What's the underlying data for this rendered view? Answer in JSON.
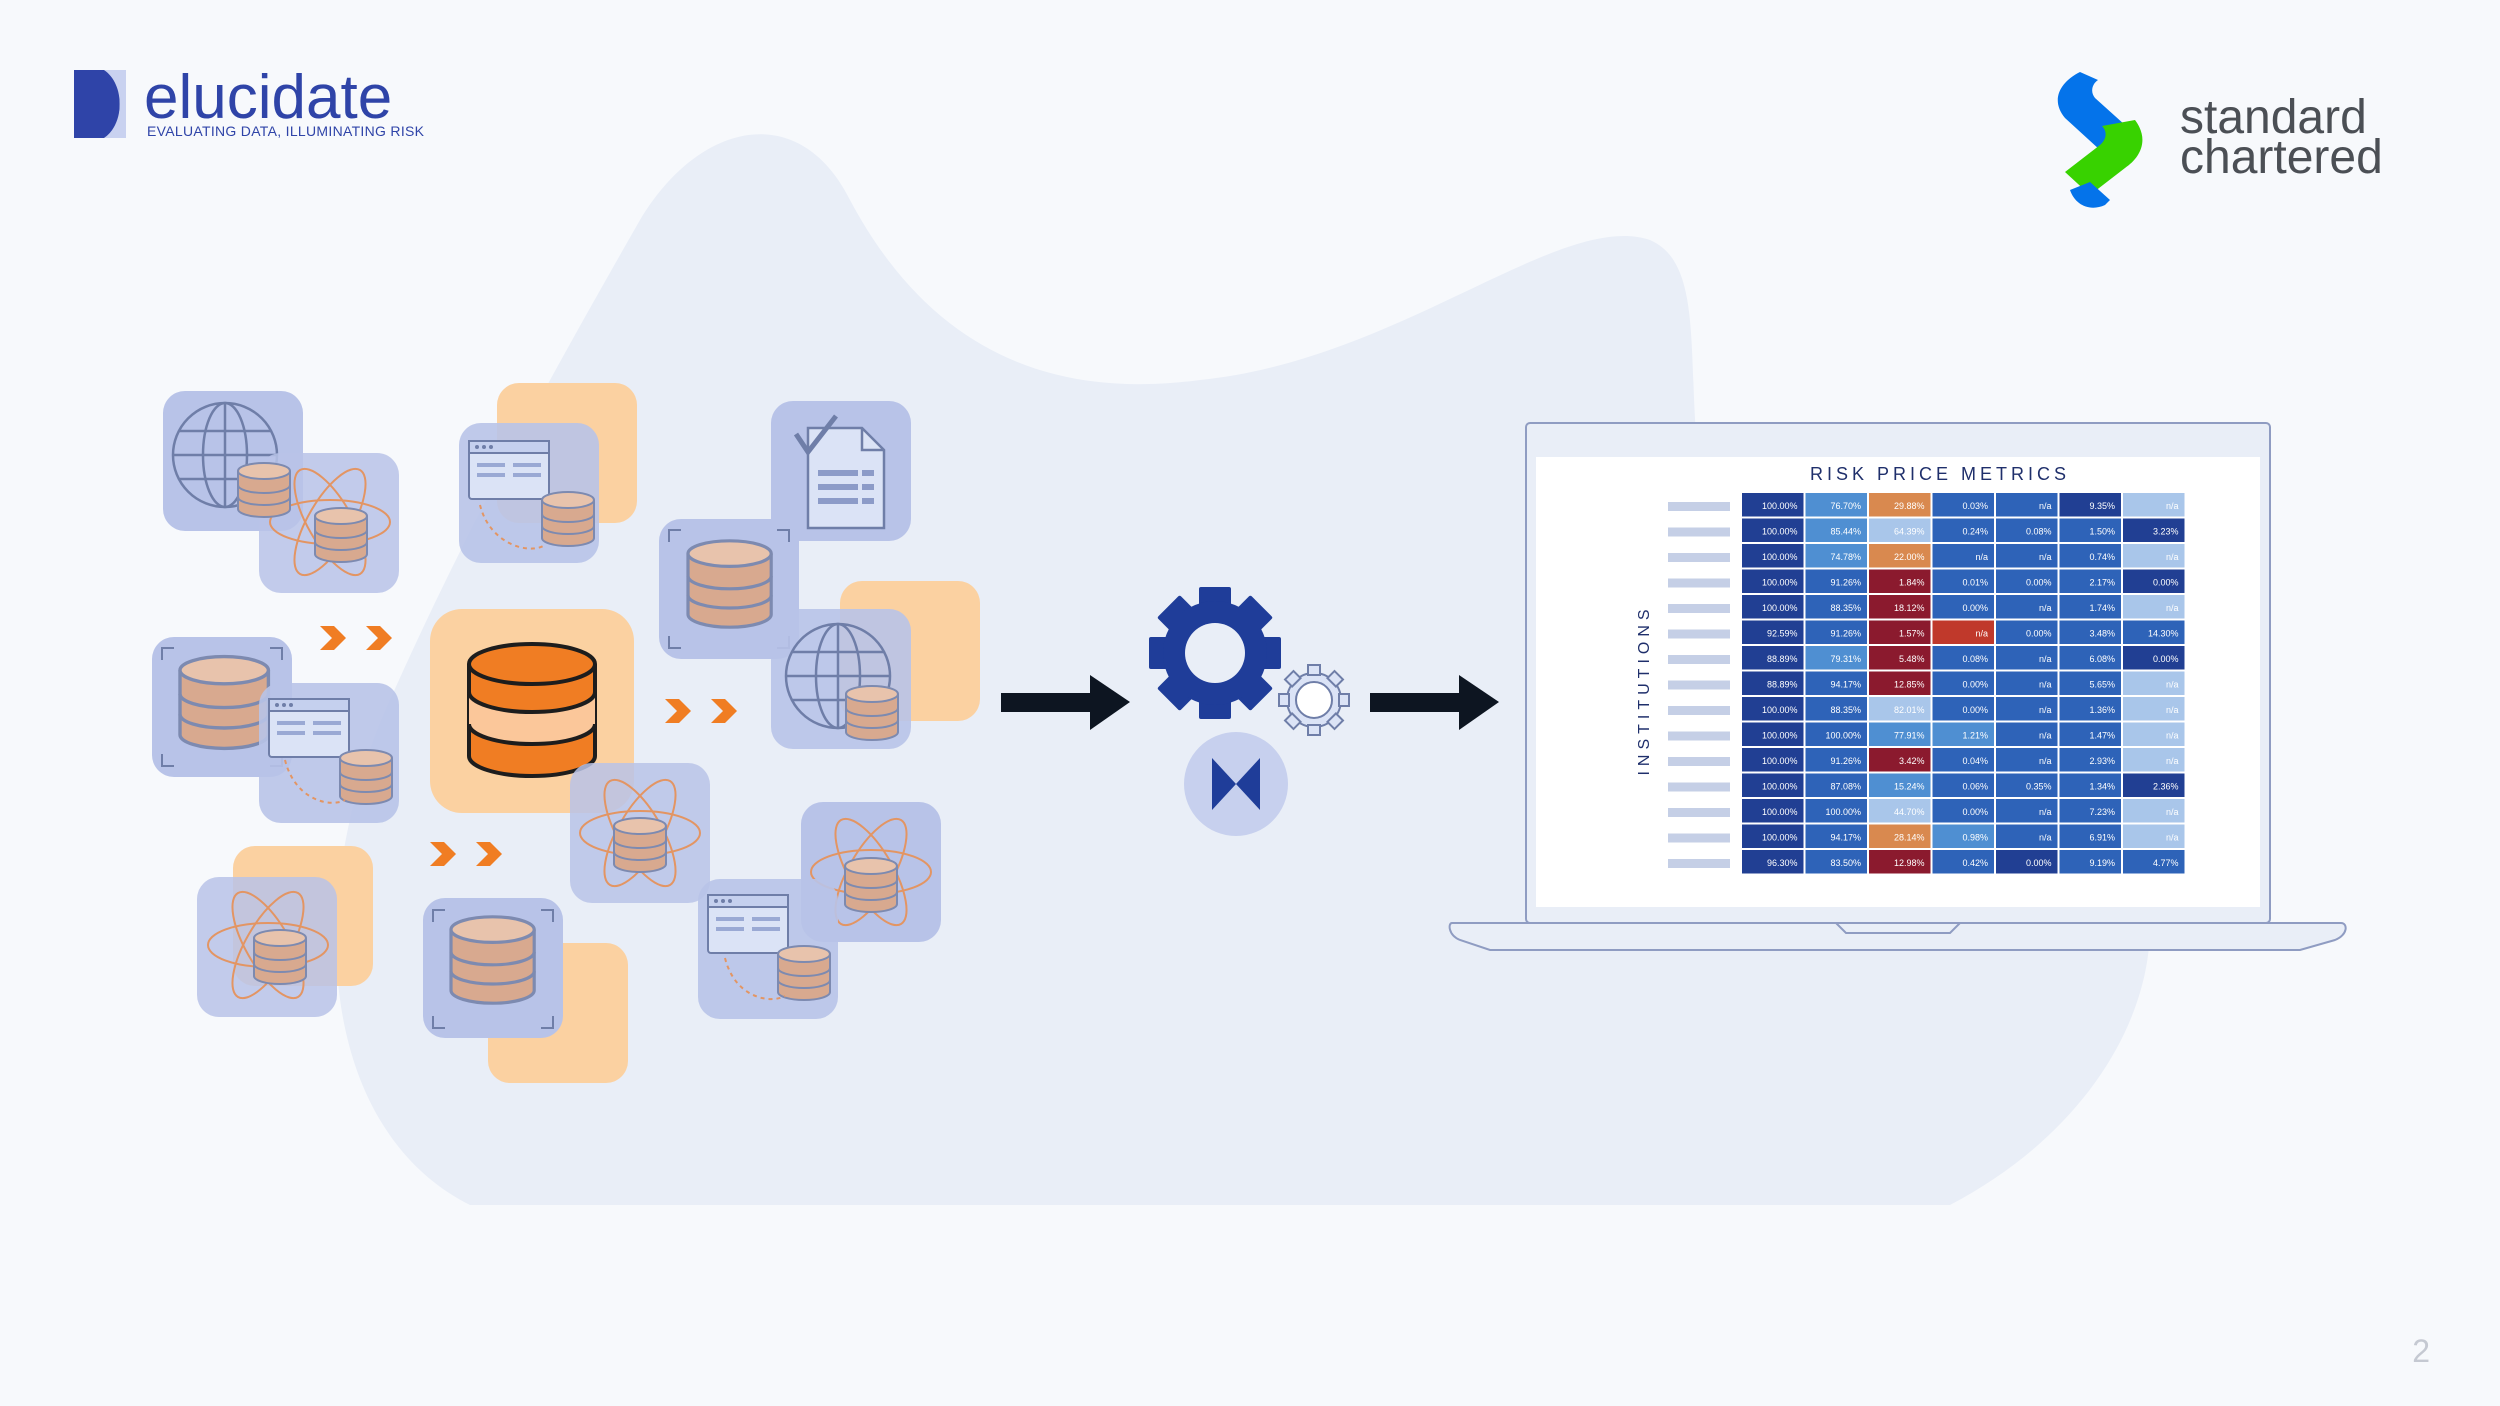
{
  "logo_left": {
    "name": "elucidate",
    "tagline": "EVALUATING DATA, ILLUMINATING RISK"
  },
  "logo_right": {
    "line1": "standard",
    "line2": "chartered"
  },
  "dashboard": {
    "title": "RISK PRICE METRICS",
    "side_label": "INSTITUTIONS",
    "grid_colors": {
      "navy": "#213f93",
      "blue": "#2e63b8",
      "mid": "#4f8fd2",
      "light": "#a9c6ea",
      "orange": "#d9894f",
      "red": "#c0392b",
      "maroon": "#8b1a2e"
    }
  },
  "chart_data": {
    "type": "heatmap",
    "title": "RISK PRICE METRICS",
    "ylabel": "INSTITUTIONS",
    "rows": [
      [
        "100.00%",
        "76.70%",
        "29.88%",
        "0.03%",
        "n/a",
        "9.35%",
        "n/a"
      ],
      [
        "100.00%",
        "85.44%",
        "64.39%",
        "0.24%",
        "0.08%",
        "1.50%",
        "3.23%"
      ],
      [
        "100.00%",
        "74.78%",
        "22.00%",
        "n/a",
        "n/a",
        "0.74%",
        "n/a"
      ],
      [
        "100.00%",
        "91.26%",
        "1.84%",
        "0.01%",
        "0.00%",
        "2.17%",
        "0.00%"
      ],
      [
        "100.00%",
        "88.35%",
        "18.12%",
        "0.00%",
        "n/a",
        "1.74%",
        "n/a"
      ],
      [
        "92.59%",
        "91.26%",
        "1.57%",
        "n/a",
        "0.00%",
        "3.48%",
        "14.30%"
      ],
      [
        "88.89%",
        "79.31%",
        "5.48%",
        "0.08%",
        "n/a",
        "6.08%",
        "0.00%"
      ],
      [
        "88.89%",
        "94.17%",
        "12.85%",
        "0.00%",
        "n/a",
        "5.65%",
        "n/a"
      ],
      [
        "100.00%",
        "88.35%",
        "82.01%",
        "0.00%",
        "n/a",
        "1.36%",
        "n/a"
      ],
      [
        "100.00%",
        "100.00%",
        "77.91%",
        "1.21%",
        "n/a",
        "1.47%",
        "n/a"
      ],
      [
        "100.00%",
        "91.26%",
        "3.42%",
        "0.04%",
        "n/a",
        "2.93%",
        "n/a"
      ],
      [
        "100.00%",
        "87.08%",
        "15.24%",
        "0.06%",
        "0.35%",
        "1.34%",
        "2.36%"
      ],
      [
        "100.00%",
        "100.00%",
        "44.70%",
        "0.00%",
        "n/a",
        "7.23%",
        "n/a"
      ],
      [
        "100.00%",
        "94.17%",
        "28.14%",
        "0.98%",
        "n/a",
        "6.91%",
        "n/a"
      ],
      [
        "96.30%",
        "83.50%",
        "12.98%",
        "0.42%",
        "0.00%",
        "9.19%",
        "4.77%"
      ]
    ],
    "cell_colors": [
      [
        "navy",
        "mid",
        "orange",
        "blue",
        "blue",
        "navy",
        "light"
      ],
      [
        "navy",
        "mid",
        "light",
        "blue",
        "blue",
        "blue",
        "navy"
      ],
      [
        "navy",
        "mid",
        "orange",
        "blue",
        "blue",
        "blue",
        "light"
      ],
      [
        "navy",
        "blue",
        "maroon",
        "blue",
        "blue",
        "blue",
        "navy"
      ],
      [
        "navy",
        "blue",
        "maroon",
        "blue",
        "blue",
        "blue",
        "light"
      ],
      [
        "navy",
        "blue",
        "maroon",
        "red",
        "blue",
        "blue",
        "blue"
      ],
      [
        "navy",
        "mid",
        "maroon",
        "blue",
        "blue",
        "blue",
        "navy"
      ],
      [
        "navy",
        "blue",
        "maroon",
        "blue",
        "blue",
        "blue",
        "light"
      ],
      [
        "navy",
        "blue",
        "light",
        "blue",
        "blue",
        "blue",
        "light"
      ],
      [
        "navy",
        "blue",
        "mid",
        "mid",
        "blue",
        "blue",
        "light"
      ],
      [
        "navy",
        "blue",
        "maroon",
        "blue",
        "blue",
        "blue",
        "light"
      ],
      [
        "navy",
        "blue",
        "mid",
        "blue",
        "blue",
        "blue",
        "navy"
      ],
      [
        "navy",
        "blue",
        "light",
        "blue",
        "blue",
        "blue",
        "light"
      ],
      [
        "navy",
        "blue",
        "orange",
        "mid",
        "blue",
        "blue",
        "light"
      ],
      [
        "navy",
        "blue",
        "maroon",
        "blue",
        "navy",
        "blue",
        "blue"
      ]
    ]
  },
  "page_number": "2",
  "colors": {
    "accent_orange": "#f07d23",
    "card_blue": "#b8c3e8",
    "card_orange": "#fbd1a1",
    "elucidate_blue": "#2f44a8",
    "gear_blue": "#1f3d99",
    "sc_blue": "#0473ea",
    "sc_green": "#38d200"
  }
}
